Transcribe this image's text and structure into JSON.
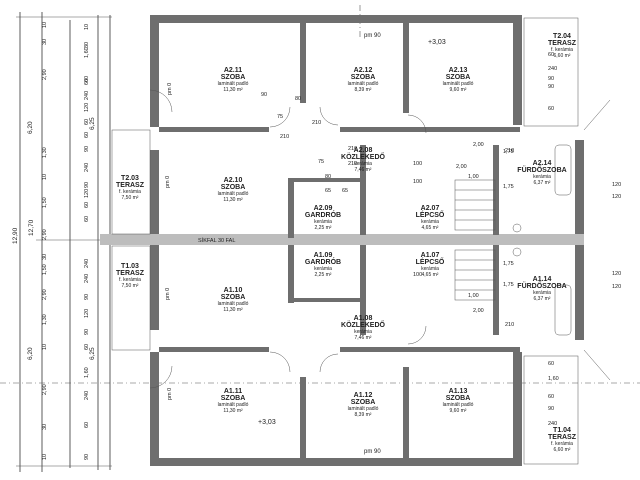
{
  "rooms": [
    {
      "id": "A2.11",
      "name": "SZOBA",
      "floor": "laminált padló",
      "area": "11,30 m²"
    },
    {
      "id": "A2.12",
      "name": "SZOBA",
      "floor": "laminált padló",
      "area": "8,39 m²"
    },
    {
      "id": "A2.13",
      "name": "SZOBA",
      "floor": "laminált padló",
      "area": "9,60 m²"
    },
    {
      "id": "T2.04",
      "name": "TERASZ",
      "floor": "f. kerámia",
      "area": "6,60 m²"
    },
    {
      "id": "A2.10",
      "name": "SZOBA",
      "floor": "laminált padló",
      "area": "11,30 m²"
    },
    {
      "id": "A2.08",
      "name": "KÖZLEKEDŐ",
      "floor": "kerámia",
      "area": "7,46 m²"
    },
    {
      "id": "A2.09",
      "name": "GARDRÓB",
      "floor": "kerámia",
      "area": "2,25 m²"
    },
    {
      "id": "A2.07",
      "name": "LÉPCSŐ",
      "floor": "kerámia",
      "area": "4,65 m²"
    },
    {
      "id": "A2.14",
      "name": "FÜRDŐSZOBA",
      "floor": "kerámia",
      "area": "6,37 m²"
    },
    {
      "id": "T2.03",
      "name": "TERASZ",
      "floor": "f. kerámia",
      "area": "7,50 m²"
    },
    {
      "id": "T1.03",
      "name": "TERASZ",
      "floor": "f. kerámia",
      "area": "7,50 m²"
    },
    {
      "id": "A1.09",
      "name": "GARDRÓB",
      "floor": "kerámia",
      "area": "2,25 m²"
    },
    {
      "id": "A1.07",
      "name": "LÉPCSŐ",
      "floor": "kerámia",
      "area": "4,65 m²"
    },
    {
      "id": "A1.14",
      "name": "FÜRDŐSZOBA",
      "floor": "kerámia",
      "area": "6,37 m²"
    },
    {
      "id": "A1.10",
      "name": "SZOBA",
      "floor": "laminált padló",
      "area": "11,30 m²"
    },
    {
      "id": "A1.08",
      "name": "KÖZLEKEDŐ",
      "floor": "kerámia",
      "area": "7,46 m²"
    },
    {
      "id": "A1.11",
      "name": "SZOBA",
      "floor": "laminált padló",
      "area": "11,30 m²"
    },
    {
      "id": "A1.12",
      "name": "SZOBA",
      "floor": "laminált padló",
      "area": "8,39 m²"
    },
    {
      "id": "A1.13",
      "name": "SZOBA",
      "floor": "laminált padló",
      "area": "9,60 m²"
    },
    {
      "id": "T1.04",
      "name": "TERASZ",
      "floor": "f. kerámia",
      "area": "6,60 m²"
    }
  ],
  "annotations": {
    "pm90_top": "pm 90",
    "pm90_bottom": "pm 90",
    "level_top": "+3,03",
    "level_bottom": "+3,03",
    "wall_label": "SÍKFAL 30 FAL",
    "pm0": [
      "pm 0",
      "pm 0",
      "pm 0",
      "pm 0"
    ]
  },
  "dims_left_outer": [
    "12,90",
    "12,70"
  ],
  "dims_left_col": [
    "6,25",
    "6,25",
    "6,20",
    "6,20"
  ],
  "dims_left_mid": [
    "10",
    "30",
    "2,90",
    "1,30",
    "10",
    "1,50",
    "2,90",
    "30",
    "1,50",
    "2,90",
    "1,30",
    "10",
    "2,90",
    "30",
    "10"
  ],
  "dims_left_small": [
    "10",
    "30",
    "60",
    "1,60",
    "60",
    "240",
    "120",
    "60",
    "60",
    "90",
    "240",
    "90",
    "120",
    "60",
    "60",
    "240",
    "240",
    "90",
    "120",
    "90",
    "60",
    "1,60",
    "240",
    "60",
    "90"
  ],
  "dims_inner": [
    "90",
    "80",
    "75",
    "210",
    "210",
    "210",
    "210",
    "75",
    "80",
    "100",
    "100",
    "1,00",
    "2,00",
    "2,00",
    "1,00",
    "1,75",
    "1,75",
    "1,75",
    "1,75",
    "2,00",
    "210",
    "210",
    "100",
    "65",
    "65"
  ],
  "dims_right": [
    "120",
    "120",
    "120",
    "120",
    "240",
    "90",
    "60",
    "60",
    "1,60",
    "60",
    "90",
    "240",
    "60",
    "90"
  ]
}
